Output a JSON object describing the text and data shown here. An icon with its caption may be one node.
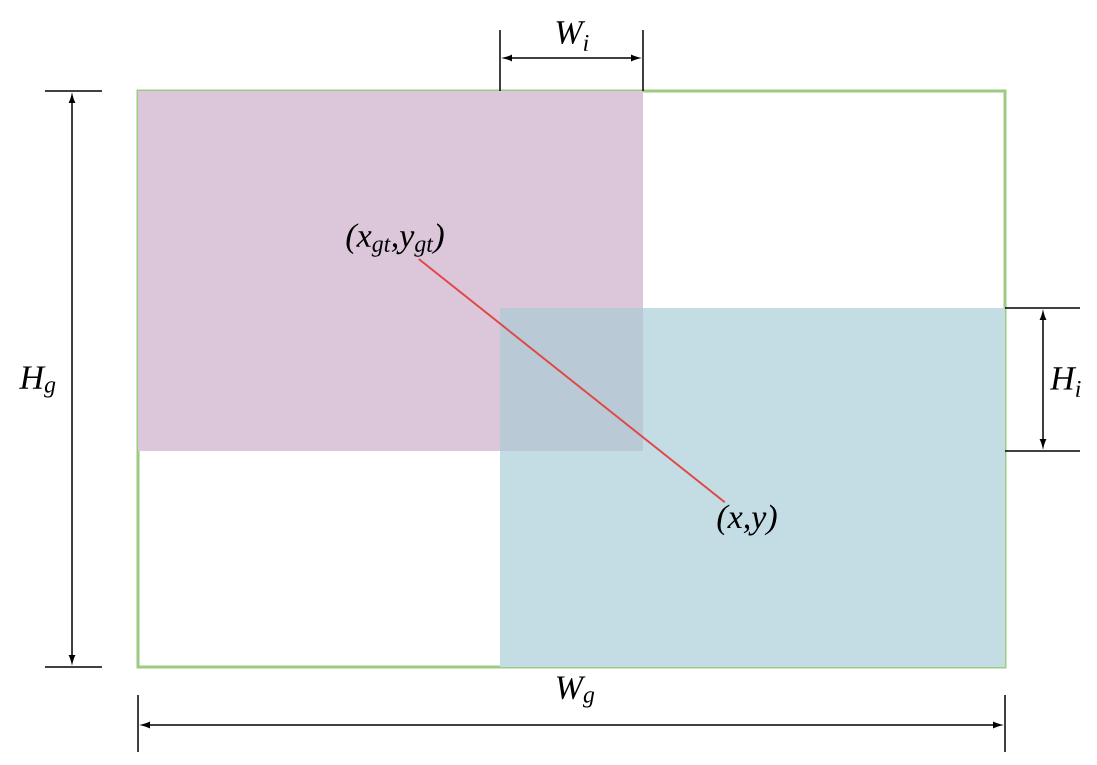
{
  "diagram": {
    "nodes": [
      {
        "text": [],
        "shape": "box"
      },
      {
        "text": [],
        "shape": "box",
        "in": 0
      },
      {
        "text": [],
        "shape": "box",
        "in": 0
      },
      {
        "text": [
          "(x$_{gt}$,y$_{gt}$)"
        ],
        "in": 1
      },
      {
        "text": [
          "(x,y)"
        ],
        "in": 2
      }
    ],
    "edges": [
      {
        "from": 3,
        "to": 4,
        "arrow": "none",
        "color": "#e04848"
      }
    ],
    "labels": [
      "W$_{i}$",
      "H$_{g}$",
      "H$_{i}$",
      "W$_{g}$"
    ]
  }
}
